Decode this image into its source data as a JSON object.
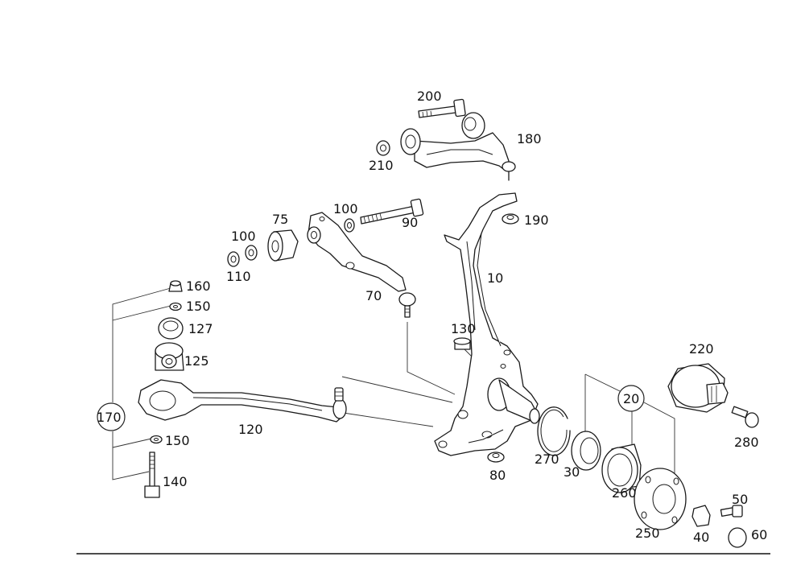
{
  "callouts": {
    "p10": "10",
    "p20": "20",
    "p30": "30",
    "p40": "40",
    "p50": "50",
    "p60": "60",
    "p70": "70",
    "p75": "75",
    "p80": "80",
    "p90": "90",
    "p100a": "100",
    "p100b": "100",
    "p110": "110",
    "p120": "120",
    "p125": "125",
    "p127": "127",
    "p130": "130",
    "p140": "140",
    "p150a": "150",
    "p150b": "150",
    "p160": "160",
    "p170": "170",
    "p180": "180",
    "p190": "190",
    "p200": "200",
    "p210": "210",
    "p220": "220",
    "p250": "250",
    "p260": "260",
    "p270": "270",
    "p280": "280"
  }
}
